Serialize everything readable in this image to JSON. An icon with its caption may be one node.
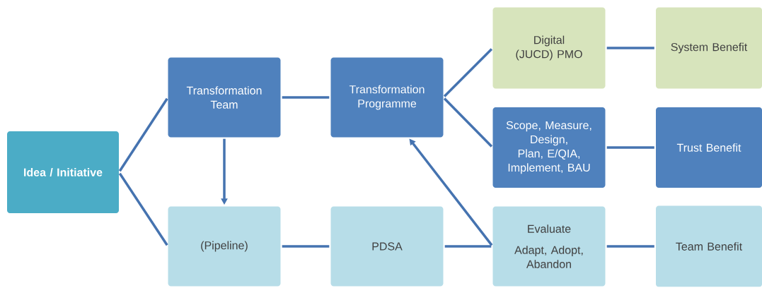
{
  "diagram": {
    "nodes": [
      {
        "text": [
          "Idea / Initiative"
        ]
      },
      {
        "text": [
          "Transformation Team"
        ]
      },
      {
        "text": [
          "Transformation Programme"
        ]
      },
      {
        "text": [
          "Digital (JUCD) PMO"
        ]
      },
      {
        "text": [
          "System Benefit"
        ]
      },
      {
        "text": [
          "Scope, Measure, Design, Plan, E/QIA, Implement, BAU"
        ]
      },
      {
        "text": [
          "Trust Benefit"
        ]
      },
      {
        "text": [
          "(Pipeline)"
        ]
      },
      {
        "text": [
          "PDSA"
        ]
      },
      {
        "text": [
          "Evaluate",
          "Adapt, Adopt, Abandon"
        ]
      },
      {
        "text": [
          "Team Benefit"
        ]
      }
    ],
    "edges": [
      {
        "from": 0,
        "to": 1,
        "arrow": "none"
      },
      {
        "from": 0,
        "to": 7,
        "arrow": "none"
      },
      {
        "from": 1,
        "to": 2,
        "arrow": "none"
      },
      {
        "from": 1,
        "to": 7,
        "arrow": "to"
      },
      {
        "from": 2,
        "to": 3,
        "arrow": "none"
      },
      {
        "from": 2,
        "to": 5,
        "arrow": "none"
      },
      {
        "from": 3,
        "to": 4,
        "arrow": "none"
      },
      {
        "from": 5,
        "to": 6,
        "arrow": "none"
      },
      {
        "from": 7,
        "to": 8,
        "arrow": "none"
      },
      {
        "from": 8,
        "to": 9,
        "arrow": "none"
      },
      {
        "from": 9,
        "to": 2,
        "arrow": "to"
      },
      {
        "from": 9,
        "to": 10,
        "arrow": "none"
      }
    ]
  }
}
